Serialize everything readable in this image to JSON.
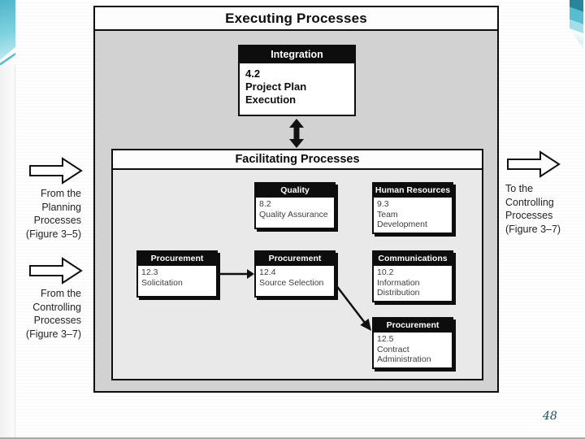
{
  "slide": {
    "page_number": "48"
  },
  "diagram": {
    "title": "Executing Processes",
    "integration": {
      "header": "Integration",
      "code": "4.2",
      "name": "Project Plan Execution"
    },
    "facilitating_title": "Facilitating Processes",
    "boxes": [
      {
        "header": "Quality",
        "code": "8.2",
        "name": "Quality Assurance"
      },
      {
        "header": "Human Resources",
        "code": "9.3",
        "name": "Team Development"
      },
      {
        "header": "Procurement",
        "code": "12.3",
        "name": "Solicitation"
      },
      {
        "header": "Procurement",
        "code": "12.4",
        "name": "Source Selection"
      },
      {
        "header": "Communications",
        "code": "10.2",
        "name": "Information Distribution"
      },
      {
        "header": "Procurement",
        "code": "12.5",
        "name": "Contract Administration"
      }
    ],
    "labels": {
      "from_planning": "From the\nPlanning\nProcesses\n(Figure 3–5)",
      "from_controlling": "From the\nControlling\nProcesses\n(Figure 3–7)",
      "to_controlling": "To the\nControlling\nProcesses\n(Figure 3–7)"
    }
  },
  "colors": {
    "accent_teal": "#3aa9bd",
    "page_number_teal": "#17505e"
  }
}
